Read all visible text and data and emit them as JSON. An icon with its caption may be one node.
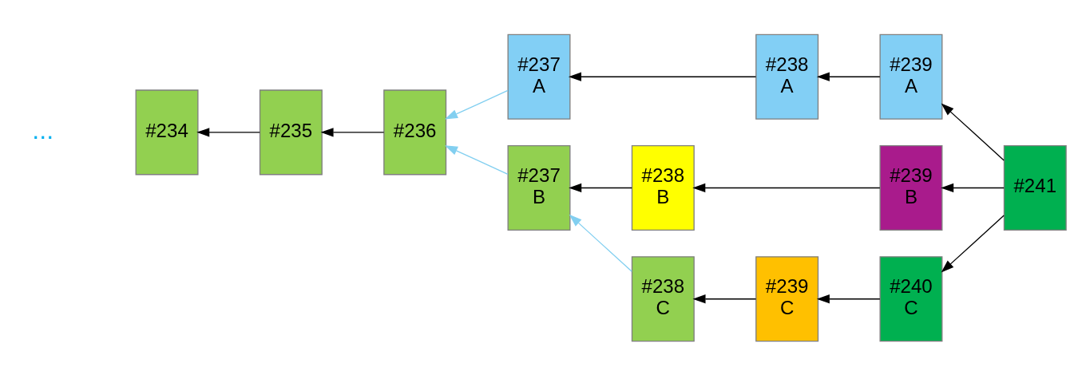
{
  "diagram": {
    "nodes": [
      {
        "text": [
          "#234"
        ]
      },
      {
        "text": [
          "#235"
        ]
      },
      {
        "text": [
          "#236"
        ]
      },
      {
        "text": [
          "#237 A"
        ]
      },
      {
        "text": [
          "#238 A"
        ]
      },
      {
        "text": [
          "#239 A"
        ]
      },
      {
        "text": [
          "#237 B"
        ]
      },
      {
        "text": [
          "#238 B"
        ]
      },
      {
        "text": [
          "#239 B"
        ]
      },
      {
        "text": [
          "#238 C"
        ]
      },
      {
        "text": [
          "#239 C"
        ]
      },
      {
        "text": [
          "#240 C"
        ]
      },
      {
        "text": [
          "#241"
        ]
      }
    ],
    "edges": [
      {
        "from": 1,
        "to": 0,
        "arrow": "to"
      },
      {
        "from": 2,
        "to": 1,
        "arrow": "to"
      },
      {
        "from": 3,
        "to": 2,
        "arrow": "to",
        "color": "#82cff0"
      },
      {
        "from": 6,
        "to": 2,
        "arrow": "to",
        "color": "#82cff0"
      },
      {
        "from": 4,
        "to": 3,
        "arrow": "to"
      },
      {
        "from": 5,
        "to": 4,
        "arrow": "to"
      },
      {
        "from": 7,
        "to": 6,
        "arrow": "to"
      },
      {
        "from": 8,
        "to": 7,
        "arrow": "to"
      },
      {
        "from": 9,
        "to": 6,
        "arrow": "to",
        "color": "#82cff0"
      },
      {
        "from": 10,
        "to": 9,
        "arrow": "to"
      },
      {
        "from": 11,
        "to": 10,
        "arrow": "to"
      },
      {
        "from": 12,
        "to": 5,
        "arrow": "to"
      },
      {
        "from": 12,
        "to": 8,
        "arrow": "to"
      },
      {
        "from": 12,
        "to": 11,
        "arrow": "to"
      }
    ],
    "labels": [
      "..."
    ]
  }
}
